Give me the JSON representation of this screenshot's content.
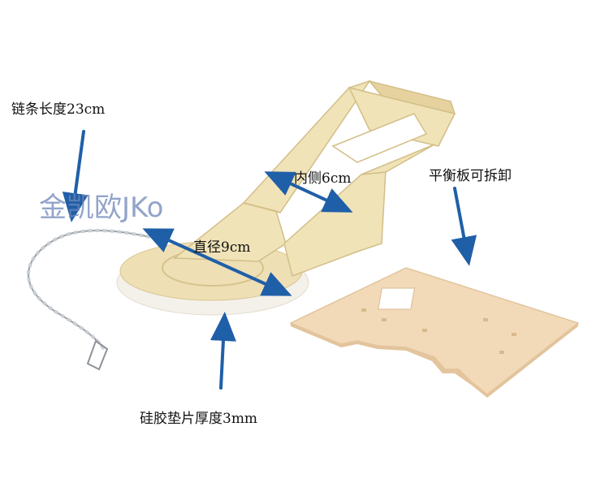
{
  "photo": {
    "description_icons": [
      "flapper-frame",
      "chain",
      "silicone-pad",
      "balance-plate"
    ],
    "colors": {
      "background": "#ffffff",
      "plastic": "#f0e3b8",
      "plastic_shadow": "#d9c792",
      "pad": "#f3efe6",
      "plate": "#f2d9b8",
      "arrow": "#1f5fa8",
      "chain": "#9aa0a6"
    }
  },
  "labels": {
    "chain_length": "链条长度23cm",
    "inner_width": "内侧6cm",
    "diameter": "直径9cm",
    "removable_plate": "平衡板可拆卸",
    "pad_thickness": "硅胶垫片厚度3mm"
  },
  "watermark": "金凯欧JKo"
}
